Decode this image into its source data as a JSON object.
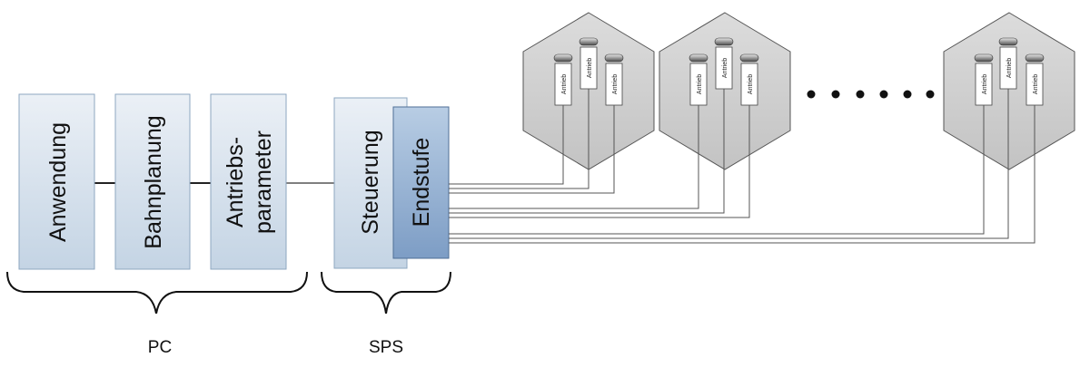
{
  "blocks": {
    "anwendung": "Anwendung",
    "bahnplanung": "Bahnplanung",
    "antriebs_line1": "Antriebs-",
    "antriebs_line2": "parameter",
    "steuerung": "Steuerung",
    "endstufe": "Endstufe"
  },
  "braces": {
    "pc": "PC",
    "sps": "SPS"
  },
  "drive_label": "Antrieb",
  "colors": {
    "block_light_top": "#e8eef5",
    "block_light_bottom": "#c6d6e6",
    "block_dark_top": "#b3c9e2",
    "block_dark_bottom": "#7f9fc6",
    "hexagon": "#cdcdcd",
    "line": "#555555"
  }
}
